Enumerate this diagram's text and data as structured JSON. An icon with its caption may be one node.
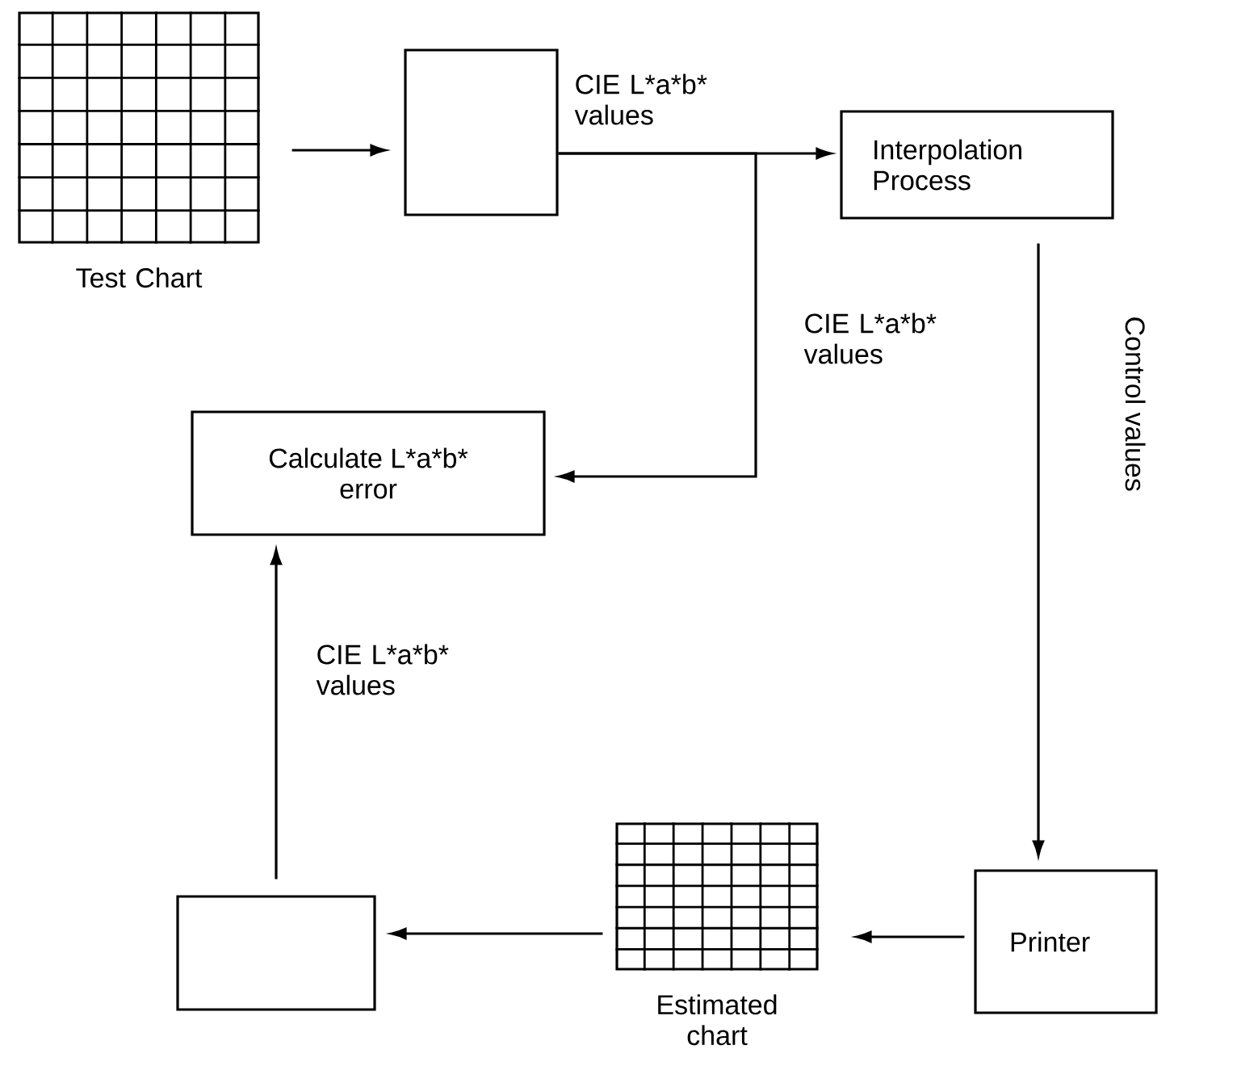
{
  "diagram": {
    "nodes": [
      {
        "text": [
          "Test Chart"
        ]
      },
      {
        "text": [],
        "shape": "box"
      },
      {
        "text": [
          "Interpolation Process"
        ]
      },
      {
        "text": [
          "Calculate L*a*b* error"
        ]
      },
      {
        "text": [],
        "shape": "box"
      },
      {
        "text": [
          "Estimated chart"
        ]
      },
      {
        "text": [
          "Printer"
        ]
      }
    ],
    "edges": [
      {
        "from": 0,
        "to": 1,
        "arrow": "to"
      },
      {
        "from": 1,
        "to": 2,
        "arrow": "to",
        "label": "CIE L*a*b* values"
      },
      {
        "from": 1,
        "to": 3,
        "arrow": "to",
        "label": "CIE L*a*b* values"
      },
      {
        "from": 2,
        "to": 6,
        "arrow": "to",
        "label": "Control values"
      },
      {
        "from": 6,
        "to": 5,
        "arrow": "to"
      },
      {
        "from": 5,
        "to": 4,
        "arrow": "to"
      },
      {
        "from": 4,
        "to": 3,
        "arrow": "to",
        "label": "CIE L*a*b* values"
      }
    ]
  }
}
